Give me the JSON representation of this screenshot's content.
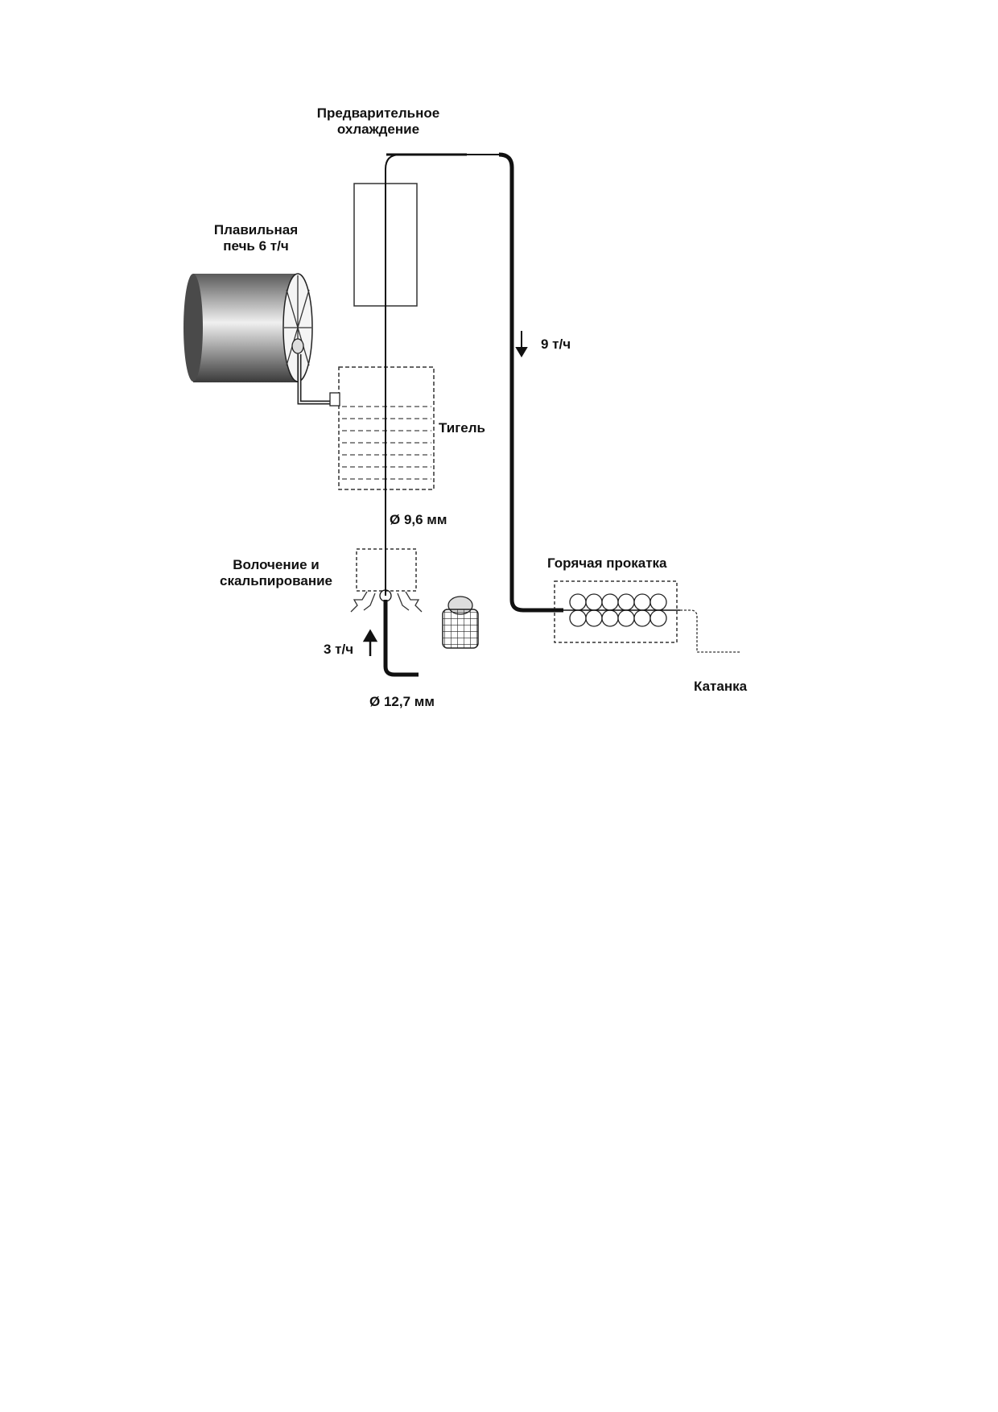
{
  "labels": {
    "precooling_line1": "Предварительное",
    "precooling_line2": "охлаждение",
    "furnace_line1": "Плавильная",
    "furnace_line2": "печь 6 т/ч",
    "flow_down": "9 т/ч",
    "crucible": "Тигель",
    "diameter_core": "Ø 9,6 мм",
    "drawing_line1": "Волочение  и",
    "drawing_line2": "скальпирование",
    "hot_rolling": "Горячая прокатка",
    "flow_up": "3 т/ч",
    "diameter_input": "Ø 12,7 мм",
    "rod_output": "Катанка"
  },
  "colors": {
    "line": "#111111",
    "dashed": "#333333",
    "drum_dark": "#3a3a3a",
    "drum_light": "#e8e8e8"
  }
}
